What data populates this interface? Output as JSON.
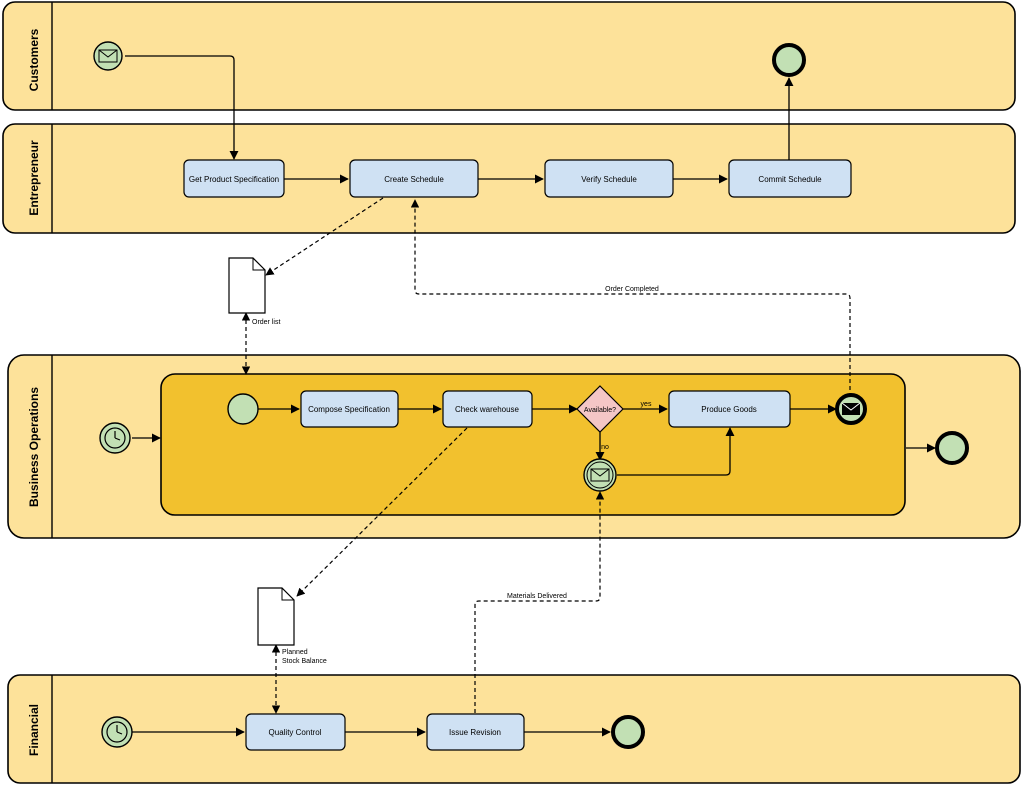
{
  "lanes": {
    "customers": "Customers",
    "entrepreneur": "Entrepreneur",
    "business_operations": "Business Operations",
    "financial": "Financial"
  },
  "tasks": {
    "get_product_spec": "Get Product Specification",
    "create_schedule": "Create Schedule",
    "verify_schedule": "Verify Schedule",
    "commit_schedule": "Commit Schedule",
    "compose_spec": "Compose Specification",
    "check_warehouse": "Check warehouse",
    "produce_goods": "Produce Goods",
    "quality_control": "Quality Control",
    "issue_revision": "Issue Revision"
  },
  "gateway": {
    "label": "Available?",
    "yes": "yes",
    "no": "no"
  },
  "documents": {
    "order_list": "Order list",
    "planned_line1": "Planned",
    "planned_line2": "Stock Balance"
  },
  "flows": {
    "order_completed": "Order Completed",
    "materials_delivered": "Materials Delivered"
  },
  "icons": {
    "message_start": "envelope-icon",
    "timer_start": "clock-icon",
    "message_end": "filled-envelope-icon"
  },
  "colors": {
    "lane": "#fde29a",
    "subprocess": "#f2c12e",
    "task": "#cfe1f3",
    "event": "#c2e0b4",
    "gateway": "#f4c6c6"
  }
}
